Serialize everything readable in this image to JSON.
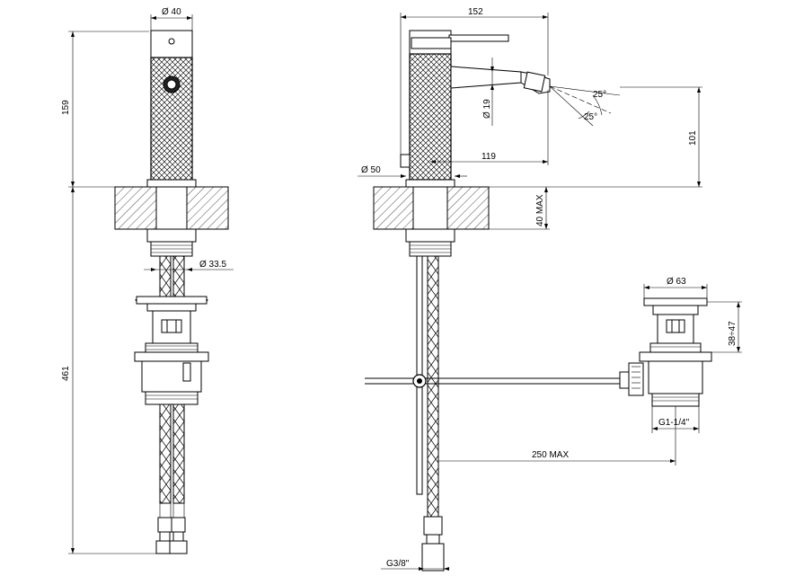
{
  "dimensions": {
    "front_top_diameter": "Ø 40",
    "height_above_deck": "159",
    "height_below_deck": "461",
    "shank_diameter": "Ø 33.5",
    "overall_length": "152",
    "base_diameter": "Ø 50",
    "spout_reach": "119",
    "spout_diameter": "Ø 19",
    "spray_angle_upper": "25°",
    "spray_angle_lower": "25°",
    "spout_height": "101",
    "deck_thickness": "40 MAX",
    "waste_cap_diameter": "Ø 63",
    "waste_height": "38÷47",
    "waste_thread": "G1-1/4\"",
    "rod_length": "250 MAX",
    "hose_thread": "G3/8\""
  }
}
